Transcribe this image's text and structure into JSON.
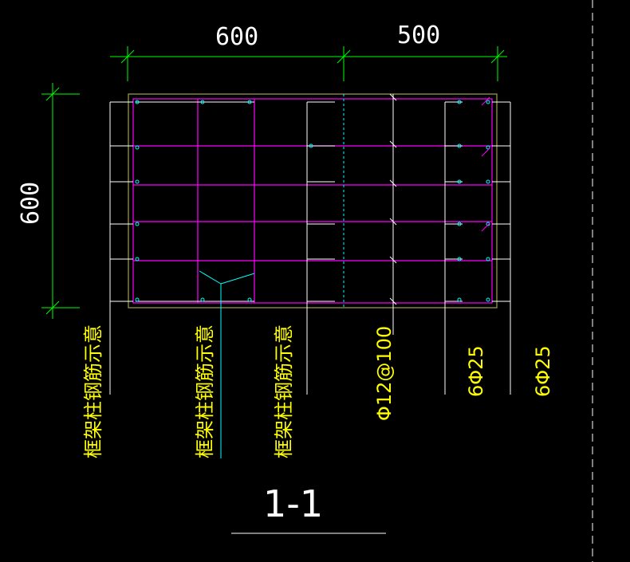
{
  "dimensions": {
    "top_left": "600",
    "top_right": "500",
    "left_vertical": "600"
  },
  "labels": {
    "label1": "框架柱钢筋示意",
    "label2": "框架柱钢筋示意",
    "label3": "框架柱钢筋示意",
    "label4": "Φ12@100",
    "label5": "6Φ25",
    "label6": "6Φ25"
  },
  "section_title": "1-1",
  "colors": {
    "background": "#000000",
    "dimension_lines": "#00ff00",
    "stirrups": "#ff00ff",
    "rebar_lines": "#ffffff",
    "annotation_text": "#ffff00",
    "rebar_dots": "#00ffff",
    "outline": "#808040"
  }
}
